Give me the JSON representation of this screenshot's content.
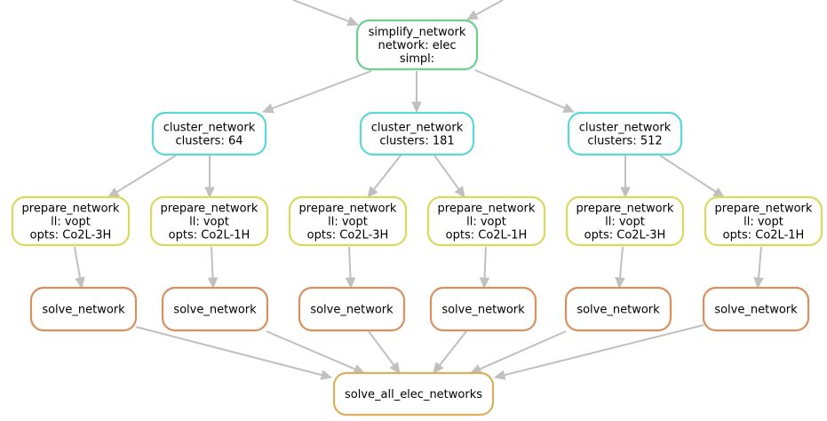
{
  "colors": {
    "simplify": "#6bd18b",
    "cluster": "#5cd6d6",
    "prepare": "#d9d95e",
    "solve": "#d98f5e",
    "solve_all": "#d9b05e",
    "edge": "#c0c0c0"
  },
  "nodes": {
    "simplify": [
      "simplify_network",
      "network: elec",
      "simpl:"
    ],
    "cluster_64": [
      "cluster_network",
      "clusters: 64"
    ],
    "cluster_181": [
      "cluster_network",
      "clusters: 181"
    ],
    "cluster_512": [
      "cluster_network",
      "clusters: 512"
    ],
    "prep_64_3h": [
      "prepare_network",
      "ll: vopt",
      "opts: Co2L-3H"
    ],
    "prep_64_1h": [
      "prepare_network",
      "ll: vopt",
      "opts: Co2L-1H"
    ],
    "prep_181_3h": [
      "prepare_network",
      "ll: vopt",
      "opts: Co2L-3H"
    ],
    "prep_181_1h": [
      "prepare_network",
      "ll: vopt",
      "opts: Co2L-1H"
    ],
    "prep_512_3h": [
      "prepare_network",
      "ll: vopt",
      "opts: Co2L-3H"
    ],
    "prep_512_1h": [
      "prepare_network",
      "ll: vopt",
      "opts: Co2L-1H"
    ],
    "solve_1": [
      "solve_network"
    ],
    "solve_2": [
      "solve_network"
    ],
    "solve_3": [
      "solve_network"
    ],
    "solve_4": [
      "solve_network"
    ],
    "solve_5": [
      "solve_network"
    ],
    "solve_6": [
      "solve_network"
    ],
    "solve_all": [
      "solve_all_elec_networks"
    ]
  }
}
